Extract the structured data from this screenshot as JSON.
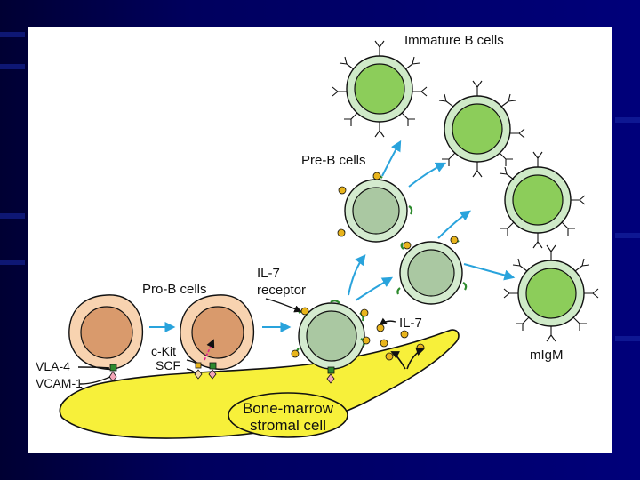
{
  "diagram": {
    "labels": {
      "immature_b_cells": "Immature B cells",
      "pre_b_cells": "Pre-B cells",
      "pro_b_cells": "Pro-B cells",
      "il7_receptor_line1": "IL-7",
      "il7_receptor_line2": "receptor",
      "il7": "IL-7",
      "ckit": "c-Kit",
      "scf": "SCF",
      "vla4": "VLA-4",
      "vcam1": "VCAM-1",
      "migm": "mIgM",
      "stroma_line1": "Bone-marrow",
      "stroma_line2": "stromal cell"
    },
    "colors": {
      "slide_background": "#000066",
      "panel": "#ffffff",
      "stroma_fill": "#f7f03a",
      "pro_b_outer": "#f8d3b0",
      "pro_b_nucleus": "#d99a6c",
      "pre_b_outer": "#d4ebcf",
      "pre_b_nucleus": "#aac8a2",
      "immature_outer": "#cfeac8",
      "immature_nucleus": "#8ccd5a",
      "arrow": "#29a3dc",
      "il7_dot": "#e8b41c",
      "receptor": "#2d8a2d"
    }
  }
}
